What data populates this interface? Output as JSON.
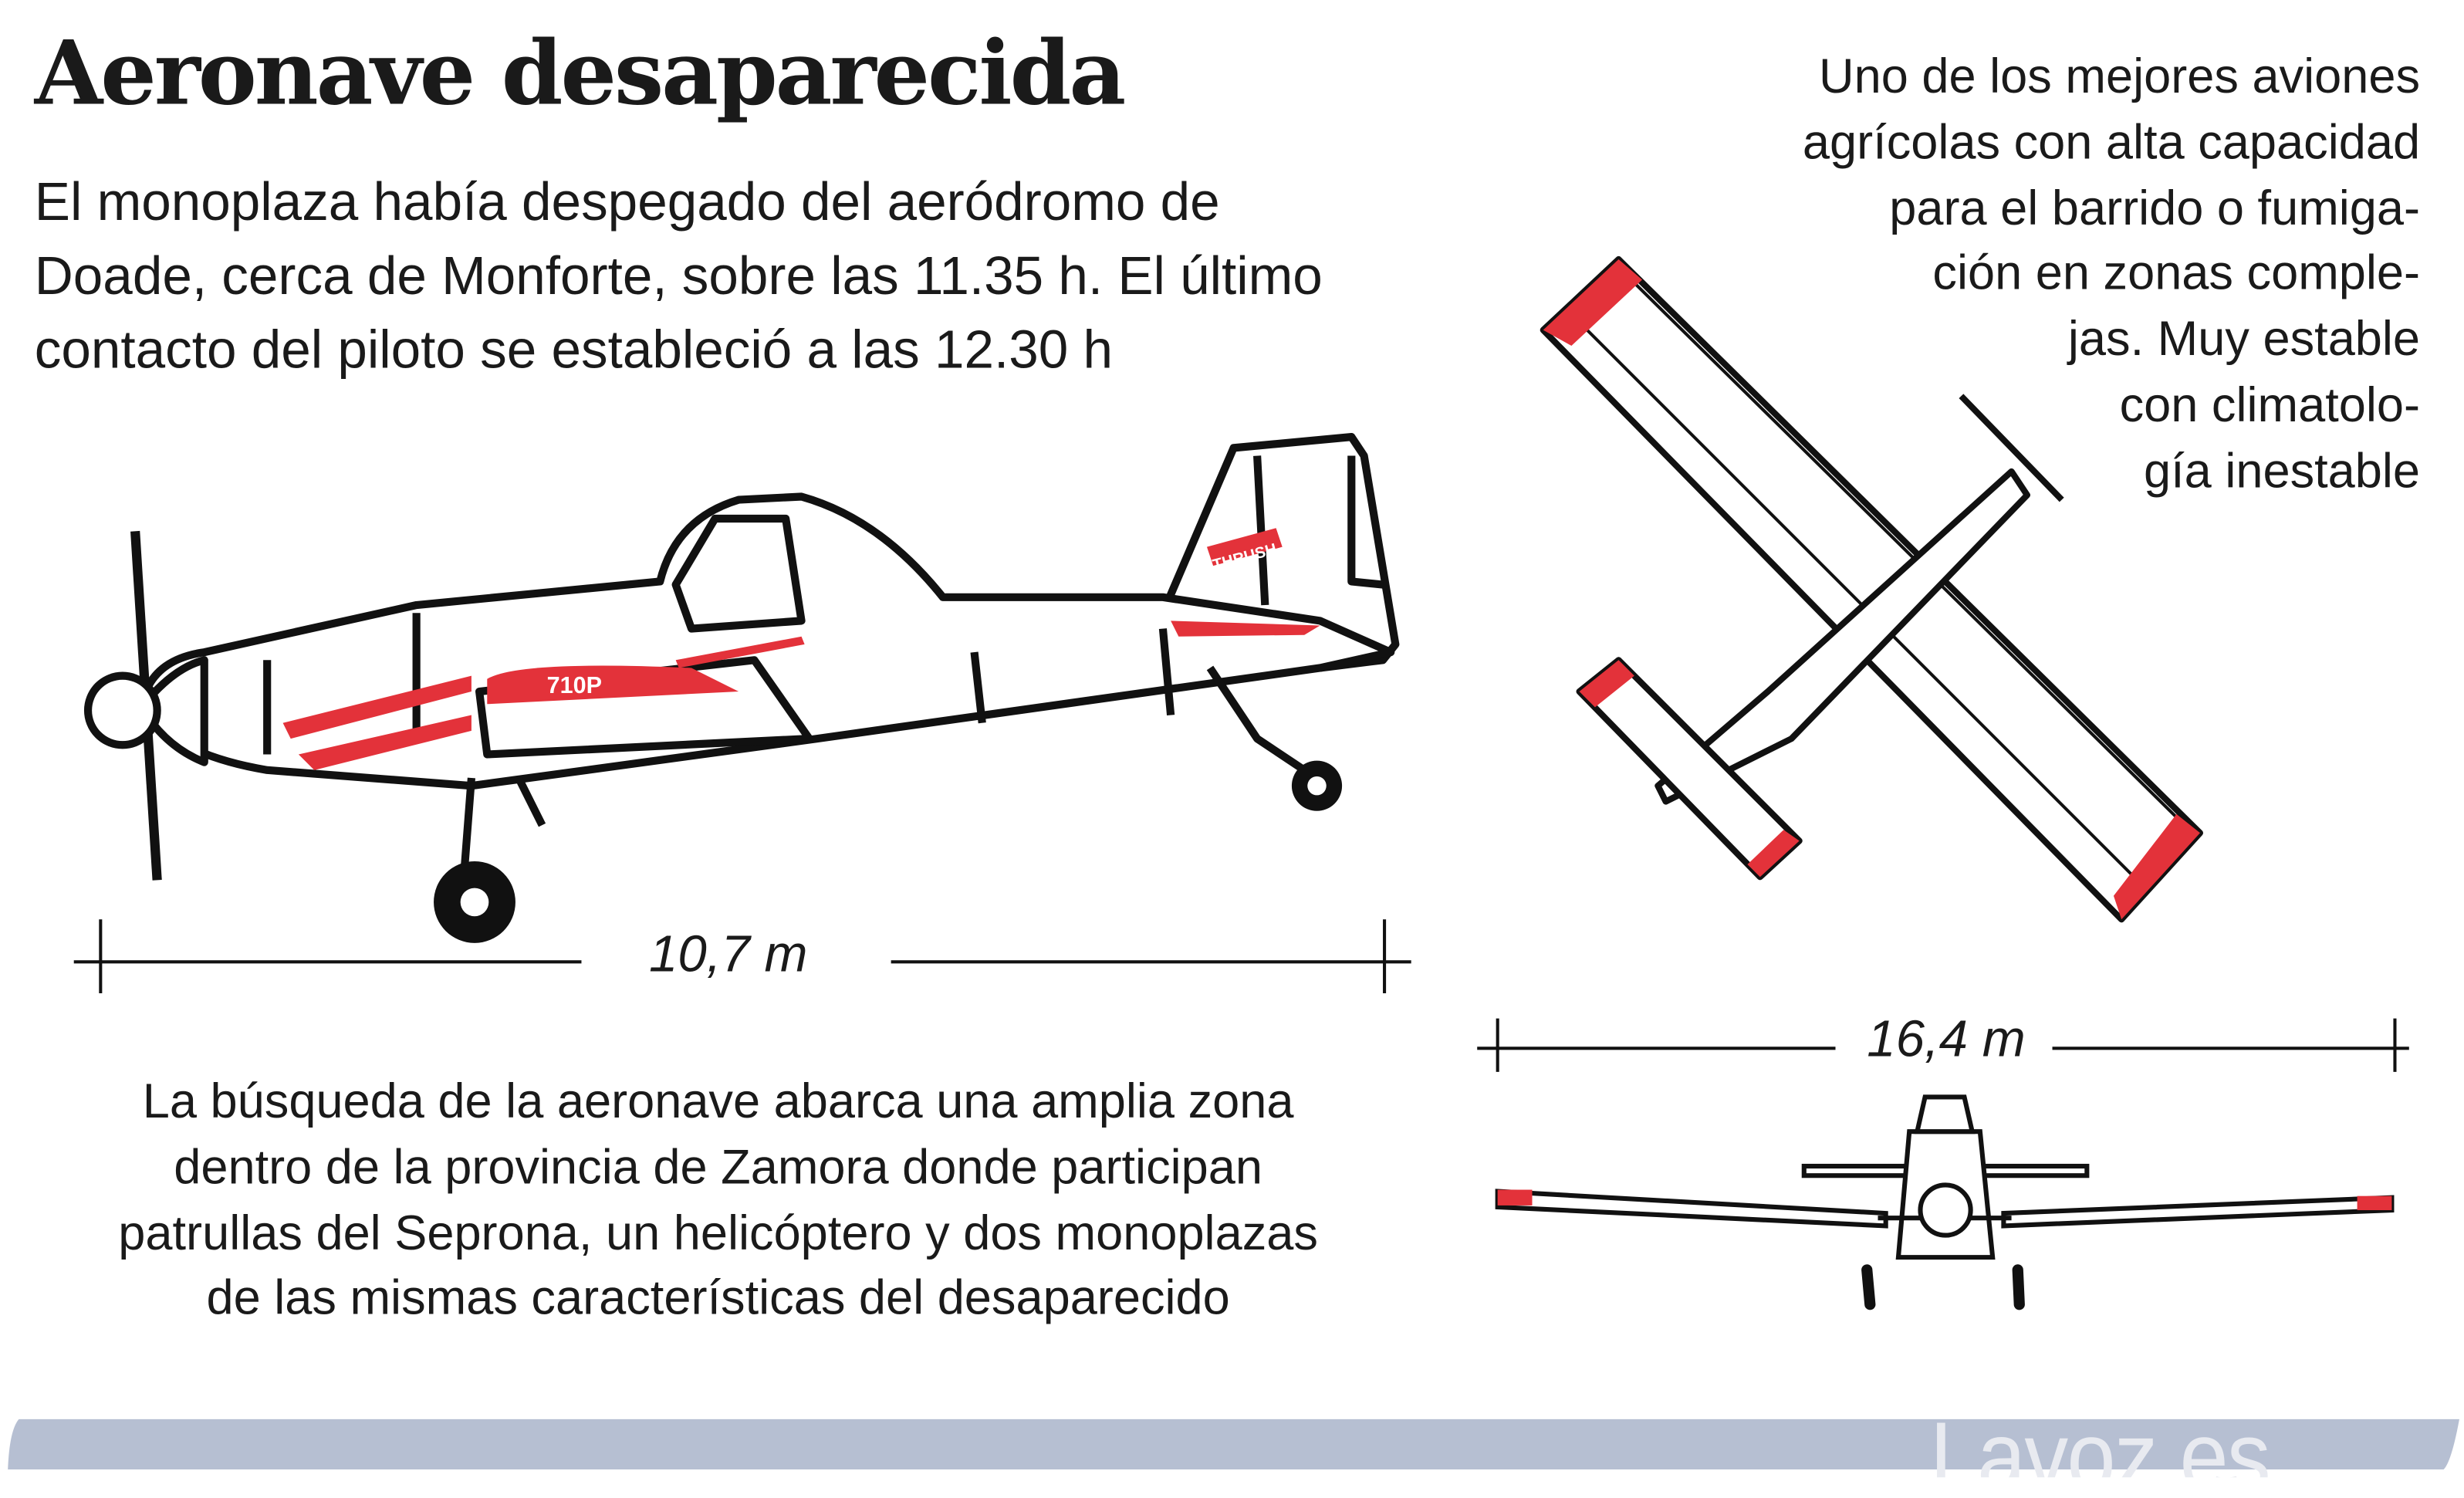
{
  "title": "Aeronave desaparecida",
  "intro": [
    "El monoplaza había despegado del aeródromo de",
    "Doade, cerca de Monforte, sobre las 11.35 h. El último",
    "contacto del piloto se estableció a las 12.30 h"
  ],
  "description": [
    "Uno de los mejores aviones",
    "agrícolas con alta capacidad",
    "para el barrido o fumiga-",
    "ción en zonas comple-",
    "jas. Muy estable",
    "con climatolo-",
    "gía inestable"
  ],
  "side_view": {
    "registration": "710P",
    "tail_brand": "THRUSH",
    "length_label": "10,7 m"
  },
  "top_view": {
    "wingspan_label": "16,4 m"
  },
  "search_text": [
    "La búsqueda de la aeronave abarca una amplia zona",
    "dentro de la provincia de Zamora donde participan",
    "patrullas del Seprona, un helicóptero y dos monoplazas",
    "de las mismas características del desaparecido"
  ],
  "footer": {
    "logo": "Lavoz.es"
  },
  "colors": {
    "accent": "#e3323a",
    "footer_bar": "#b6bfd2",
    "ink": "#111111"
  }
}
